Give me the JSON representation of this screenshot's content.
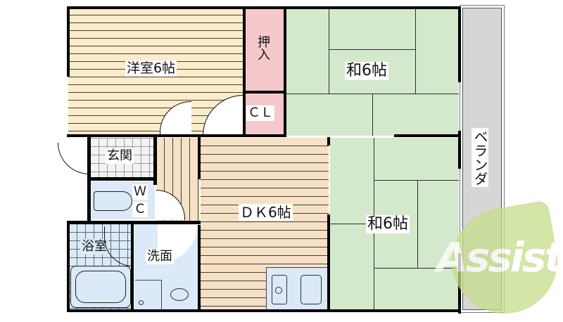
{
  "floor_plan": {
    "rooms": [
      {
        "id": "western-room",
        "label": "洋室6帖",
        "type": "Western room",
        "size_jo": 6
      },
      {
        "id": "closet-oshiire",
        "label": "押入",
        "type": "Closet (oshiire)"
      },
      {
        "id": "closet-cl",
        "label": "ＣＬ",
        "type": "Closet"
      },
      {
        "id": "japanese-room-upper",
        "label": "和6帖",
        "type": "Japanese room",
        "size_jo": 6
      },
      {
        "id": "entrance",
        "label": "玄関",
        "type": "Entrance"
      },
      {
        "id": "toilet",
        "label_top": "Ｗ",
        "label_bottom": "Ｃ",
        "type": "Toilet"
      },
      {
        "id": "dining-kitchen",
        "label": "ＤＫ6帖",
        "type": "Dining kitchen",
        "size_jo": 6
      },
      {
        "id": "japanese-room-lower",
        "label": "和6帖",
        "type": "Japanese room",
        "size_jo": 6
      },
      {
        "id": "bathroom",
        "label": "浴室",
        "type": "Bathroom"
      },
      {
        "id": "washroom",
        "label": "洗面",
        "type": "Washroom"
      },
      {
        "id": "veranda",
        "label": "ベランダ",
        "type": "Veranda"
      }
    ]
  },
  "watermark": {
    "text": "Assist",
    "colors": {
      "leaf": "#c5dd8a",
      "letters": "#ffffff",
      "accent_red": "#d9827a"
    }
  },
  "colors": {
    "western_floor": "#fbeccb",
    "dk_floor": "#f6e1c6",
    "tatami": "#d4e9cc",
    "closet": "#f7c8cb",
    "wet_area": "#dbe9f8",
    "entrance_tile": "#f3f3f3",
    "veranda": "#d6d6d6",
    "wall": "#000000"
  }
}
